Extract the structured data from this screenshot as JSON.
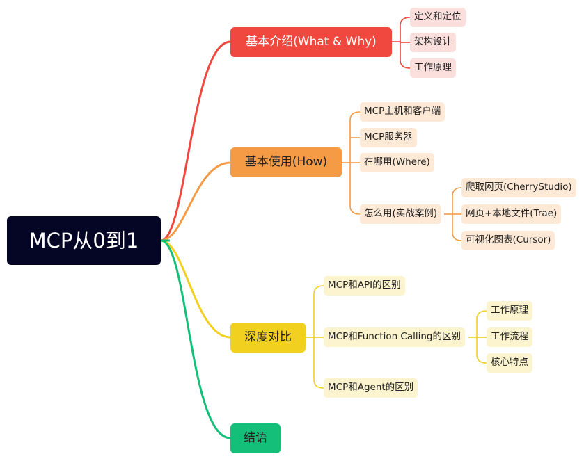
{
  "root": {
    "label": "MCP从0到1"
  },
  "branches": {
    "intro": {
      "label": "基本介绍(What & Why)",
      "color": "#f0483e",
      "children": [
        "定义和定位",
        "架构设计",
        "工作原理"
      ]
    },
    "usage": {
      "label": "基本使用(How)",
      "color": "#f59b45",
      "children": [
        "MCP主机和客户端",
        "MCP服务器",
        "在哪用(Where)",
        "怎么用(实战案例)"
      ],
      "cases": [
        "爬取网页(CherryStudio)",
        "网页+本地文件(Trae)",
        "可视化图表(Cursor)"
      ]
    },
    "compare": {
      "label": "深度对比",
      "color": "#f2d020",
      "children": [
        "MCP和API的区别",
        "MCP和Function Calling的区别",
        "MCP和Agent的区别"
      ],
      "function_calling": [
        "工作原理",
        "工作流程",
        "核心特点"
      ]
    },
    "conclusion": {
      "label": "结语",
      "color": "#13bf79"
    }
  }
}
